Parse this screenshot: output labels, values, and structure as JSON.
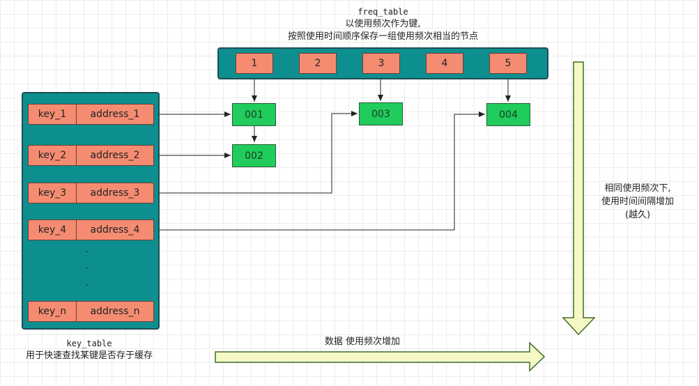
{
  "freq_table": {
    "title": "freq_table",
    "subtitle_1": "以使用频次作为键,",
    "subtitle_2": "按照使用时间顺序保存一组使用频次相当的节点",
    "cells": [
      "1",
      "2",
      "3",
      "4",
      "5"
    ]
  },
  "key_table": {
    "title": "key_table",
    "subtitle": "用于快速查找某键是否存于缓存",
    "rows": [
      {
        "key": "key_1",
        "address": "address_1"
      },
      {
        "key": "key_2",
        "address": "address_2"
      },
      {
        "key": "key_3",
        "address": "address_3"
      },
      {
        "key": "key_4",
        "address": "address_4"
      },
      {
        "key": "key_n",
        "address": "address_n"
      }
    ],
    "ellipsis": [
      ".",
      ".",
      "."
    ]
  },
  "nodes": [
    "001",
    "002",
    "003",
    "004"
  ],
  "vertical_arrow": {
    "label_1": "相同使用频次下,",
    "label_2": "使用时间间隔增加",
    "label_3": "(越久)"
  },
  "horizontal_arrow": {
    "label": "数据 使用频次增加"
  },
  "colors": {
    "table_fill": "#0e8f8f",
    "cell_fill": "#f58c72",
    "node_fill": "#1fcc5c",
    "arrow_fill": "#f4f9c6",
    "arrow_stroke": "#3f6b2c"
  }
}
